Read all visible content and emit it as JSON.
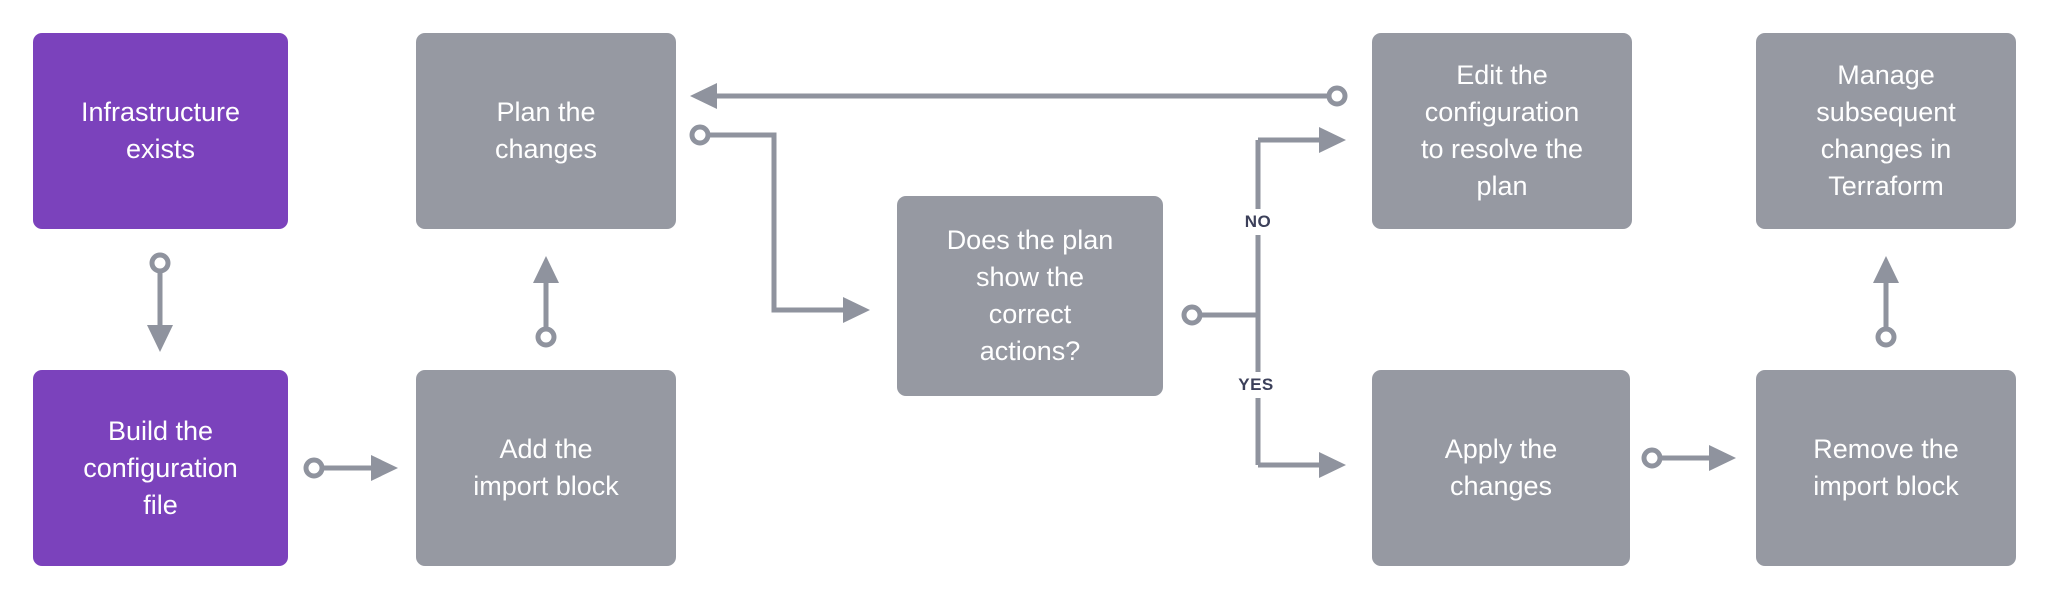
{
  "colors": {
    "purple": "#7B42BC",
    "gray": "#9699A2",
    "line": "#8F939E",
    "label_text": "#3C405A",
    "box_text": "#FFFFFF",
    "background": "#FFFFFF"
  },
  "boxes": [
    {
      "id": "infrastructure-exists",
      "label": "Infrastructure\nexists"
    },
    {
      "id": "build-configuration-file",
      "label": "Build the\nconfiguration\nfile"
    },
    {
      "id": "plan-the-changes",
      "label": "Plan the\nchanges"
    },
    {
      "id": "add-import-block",
      "label": "Add the\nimport block"
    },
    {
      "id": "plan-correct-decision",
      "label": "Does the plan\nshow the\ncorrect\nactions?"
    },
    {
      "id": "edit-configuration",
      "label": "Edit the\nconfiguration\nto resolve the\nplan"
    },
    {
      "id": "apply-the-changes",
      "label": "Apply the\nchanges"
    },
    {
      "id": "manage-subsequent-changes",
      "label": "Manage\nsubsequent\nchanges in\nTerraform"
    },
    {
      "id": "remove-import-block",
      "label": "Remove the\nimport block"
    }
  ],
  "branch_labels": {
    "no": "NO",
    "yes": "YES"
  }
}
